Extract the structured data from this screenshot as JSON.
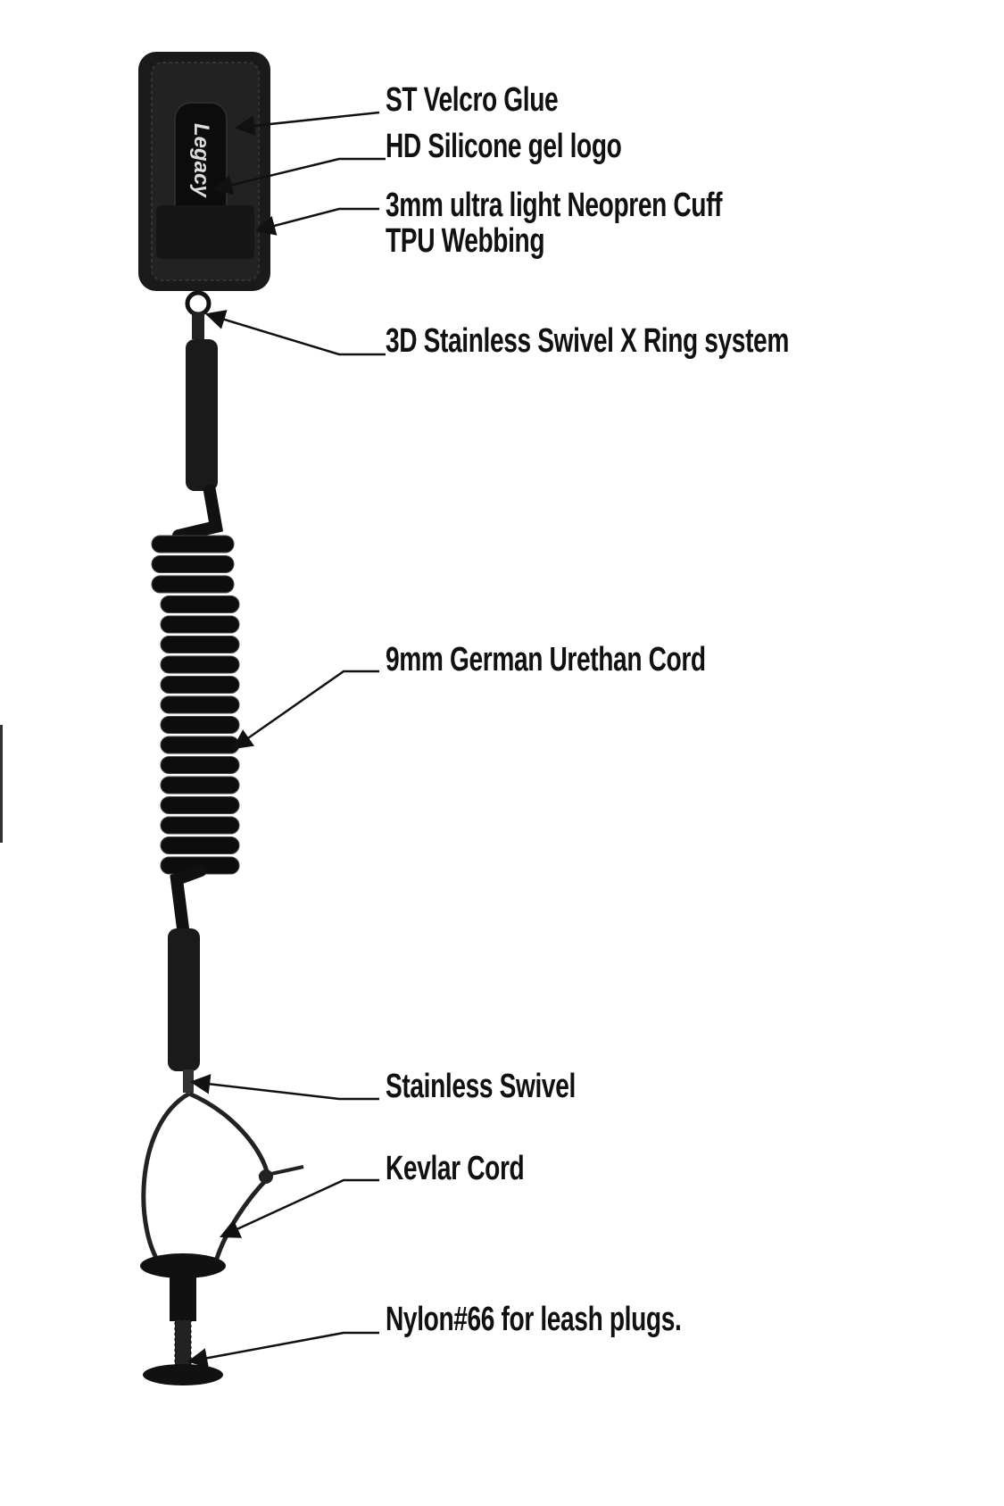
{
  "diagram": {
    "brand_logo": "Legacy",
    "labels": [
      {
        "id": "velcro",
        "text": "ST Velcro Glue"
      },
      {
        "id": "logo",
        "text": "HD Silicone gel logo"
      },
      {
        "id": "cuff",
        "text": "3mm ultra light Neopren Cuff"
      },
      {
        "id": "webbing",
        "text": "TPU Webbing"
      },
      {
        "id": "swivel-ring",
        "text": "3D Stainless Swivel X Ring system"
      },
      {
        "id": "cord",
        "text": "9mm German Urethan Cord"
      },
      {
        "id": "swivel",
        "text": "Stainless Swivel"
      },
      {
        "id": "kevlar",
        "text": "Kevlar Cord"
      },
      {
        "id": "nylon",
        "text": "Nylon#66 for leash plugs."
      }
    ],
    "colors": {
      "product": "#111111",
      "text": "#111111",
      "background": "#ffffff"
    }
  }
}
